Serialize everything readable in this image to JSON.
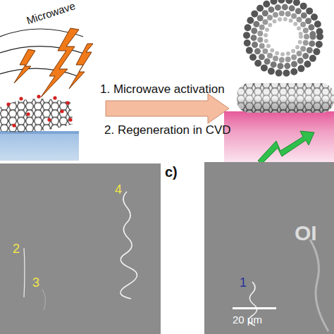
{
  "diagram": {
    "nodes": [
      {
        "text": [
          "2",
          "3",
          "4"
        ]
      },
      {
        "text": [
          "1",
          "OI",
          "20 μm"
        ]
      }
    ],
    "labels": [
      "Microwave",
      "1. Microwave activation",
      "2. Regeneration in CVD",
      "c)"
    ]
  }
}
